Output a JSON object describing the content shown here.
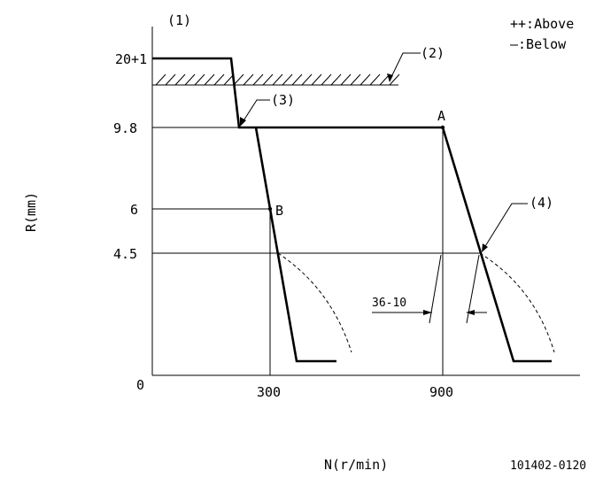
{
  "legend": {
    "above": "++:Above",
    "below": "—:Below"
  },
  "callouts": {
    "c1": "(1)",
    "c2": "(2)",
    "c3": "(3)",
    "c4": "(4)"
  },
  "y_ticks": {
    "t1": "20+1",
    "t2": "9.8",
    "t3": "6",
    "t4": "4.5",
    "t5": "0"
  },
  "x_ticks": {
    "t1": "300",
    "t2": "900"
  },
  "points": {
    "a": "A",
    "b": "B"
  },
  "dimension": "36-10",
  "axes": {
    "ylabel": "R(mm)",
    "xlabel": "N(r/min)"
  },
  "doc_id": "101402-0120"
}
